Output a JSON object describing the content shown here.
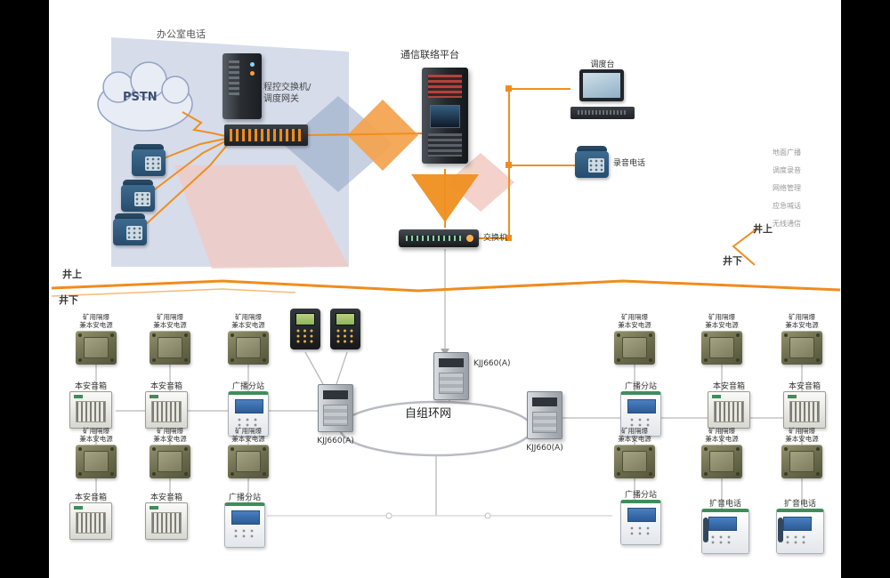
{
  "labels": {
    "office_phones": "办公室电话",
    "pstn": "PSTN",
    "pbx_line1": "程控交换机/",
    "pbx_line2": "调度网关",
    "platform": "通信联络平台",
    "dispatch_console": "调度台",
    "recording_phone": "录音电话",
    "switch": "交换机",
    "ring": "自组环网",
    "kjj": "KJJ660(A)",
    "surface": "井上",
    "underground": "井下",
    "power_line1": "矿用隔爆",
    "power_line2": "兼本安电源",
    "speaker": "本安音箱",
    "substation": "广播分站",
    "amp_phone": "扩音电话",
    "side_notes": [
      "地面广播",
      "调度录音",
      "网络管理",
      "应急喊话",
      "无线通信"
    ]
  },
  "colors": {
    "accent_orange": "#f08c1e",
    "zone_blue": "#b5c0d8",
    "zone_pink": "#f0cac3",
    "device_olive": "#6a6a4c",
    "ring_gray": "#b8bcc2"
  }
}
